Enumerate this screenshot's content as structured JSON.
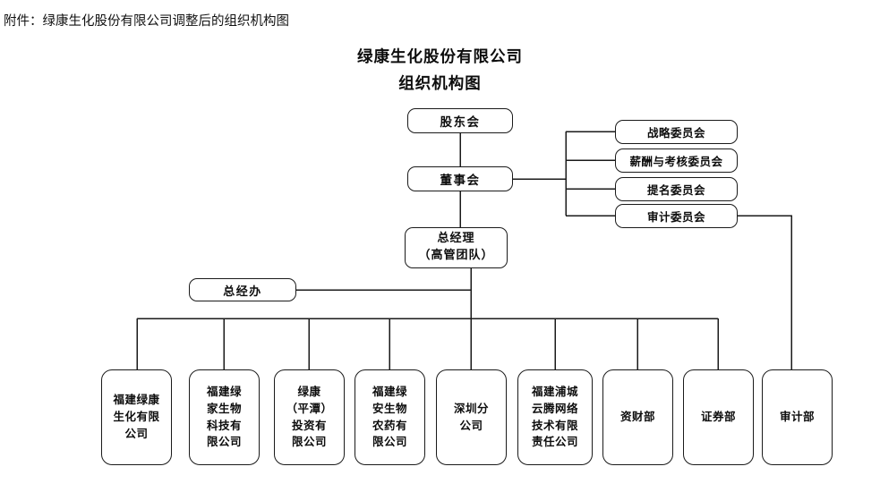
{
  "document": {
    "attachment_note": "附件：绿康生化股份有限公司调整后的组织机构图",
    "title_line1": "绿康生化股份有限公司",
    "title_line2": "组织机构图"
  },
  "colors": {
    "background": "#ffffff",
    "box_border": "#1a1a1a",
    "connector": "#1a1a1a",
    "text": "#0d0d0d"
  },
  "chart_data": {
    "type": "diagram",
    "diagram_kind": "organization-chart",
    "title": "绿康生化股份有限公司 组织机构图",
    "nodes": [
      {
        "id": "shareholders",
        "label": "股东会",
        "level": 0
      },
      {
        "id": "board",
        "label": "董事会",
        "level": 1
      },
      {
        "id": "strategy_cmte",
        "label": "战略委员会",
        "level": 1
      },
      {
        "id": "remuneration_cmte",
        "label": "薪酬与考核委员会",
        "level": 1
      },
      {
        "id": "nomination_cmte",
        "label": "提名委员会",
        "level": 1
      },
      {
        "id": "audit_cmte",
        "label": "审计委员会",
        "level": 1
      },
      {
        "id": "gm",
        "label": "总经理\n（高管团队）",
        "level": 2
      },
      {
        "id": "gm_office",
        "label": "总经办",
        "level": 3
      },
      {
        "id": "lvkang_bio",
        "label": "福建绿康\n生化有限\n公司",
        "level": 4
      },
      {
        "id": "lvjia_bio",
        "label": "福建绿\n家生物\n科技有\n限公司",
        "level": 4
      },
      {
        "id": "pingtan_inv",
        "label": "绿康\n（平潭）\n投资有\n限公司",
        "level": 4
      },
      {
        "id": "lvan_pesticide",
        "label": "福建绿\n安生物\n农药有\n限公司",
        "level": 4
      },
      {
        "id": "shenzhen_branch",
        "label": "深圳分\n公司",
        "level": 4
      },
      {
        "id": "yunteng_net",
        "label": "福建浦城\n云腾网络\n技术有限\n责任公司",
        "level": 4
      },
      {
        "id": "finance_dept",
        "label": "资财部",
        "level": 4
      },
      {
        "id": "securities_dept",
        "label": "证券部",
        "level": 4
      },
      {
        "id": "audit_dept",
        "label": "审计部",
        "level": 4
      }
    ],
    "edges": [
      {
        "from": "shareholders",
        "to": "board"
      },
      {
        "from": "board",
        "to": "strategy_cmte"
      },
      {
        "from": "board",
        "to": "remuneration_cmte"
      },
      {
        "from": "board",
        "to": "nomination_cmte"
      },
      {
        "from": "board",
        "to": "audit_cmte"
      },
      {
        "from": "board",
        "to": "gm"
      },
      {
        "from": "gm",
        "to": "gm_office"
      },
      {
        "from": "gm",
        "to": "lvkang_bio"
      },
      {
        "from": "gm",
        "to": "lvjia_bio"
      },
      {
        "from": "gm",
        "to": "pingtan_inv"
      },
      {
        "from": "gm",
        "to": "lvan_pesticide"
      },
      {
        "from": "gm",
        "to": "shenzhen_branch"
      },
      {
        "from": "gm",
        "to": "yunteng_net"
      },
      {
        "from": "gm",
        "to": "finance_dept"
      },
      {
        "from": "gm",
        "to": "securities_dept"
      },
      {
        "from": "audit_cmte",
        "to": "audit_dept"
      }
    ]
  },
  "nodes": {
    "shareholders": {
      "label": "股东会"
    },
    "board": {
      "label": "董事会"
    },
    "strategy_cmte": {
      "label": "战略委员会"
    },
    "remuneration_cmte": {
      "label": "薪酬与考核委员会"
    },
    "nomination_cmte": {
      "label": "提名委员会"
    },
    "audit_cmte": {
      "label": "审计委员会"
    },
    "gm": {
      "label": "总经理\n（高管团队）"
    },
    "gm_office": {
      "label": "总经办"
    },
    "lvkang_bio": {
      "label": "福建绿康\n生化有限\n公司"
    },
    "lvjia_bio": {
      "label": "福建绿\n家生物\n科技有\n限公司"
    },
    "pingtan_inv": {
      "label": "绿康\n（平潭）\n投资有\n限公司"
    },
    "lvan_pesticide": {
      "label": "福建绿\n安生物\n农药有\n限公司"
    },
    "shenzhen_branch": {
      "label": "深圳分\n公司"
    },
    "yunteng_net": {
      "label": "福建浦城\n云腾网络\n技术有限\n责任公司"
    },
    "finance_dept": {
      "label": "资财部"
    },
    "securities_dept": {
      "label": "证券部"
    },
    "audit_dept": {
      "label": "审计部"
    }
  }
}
